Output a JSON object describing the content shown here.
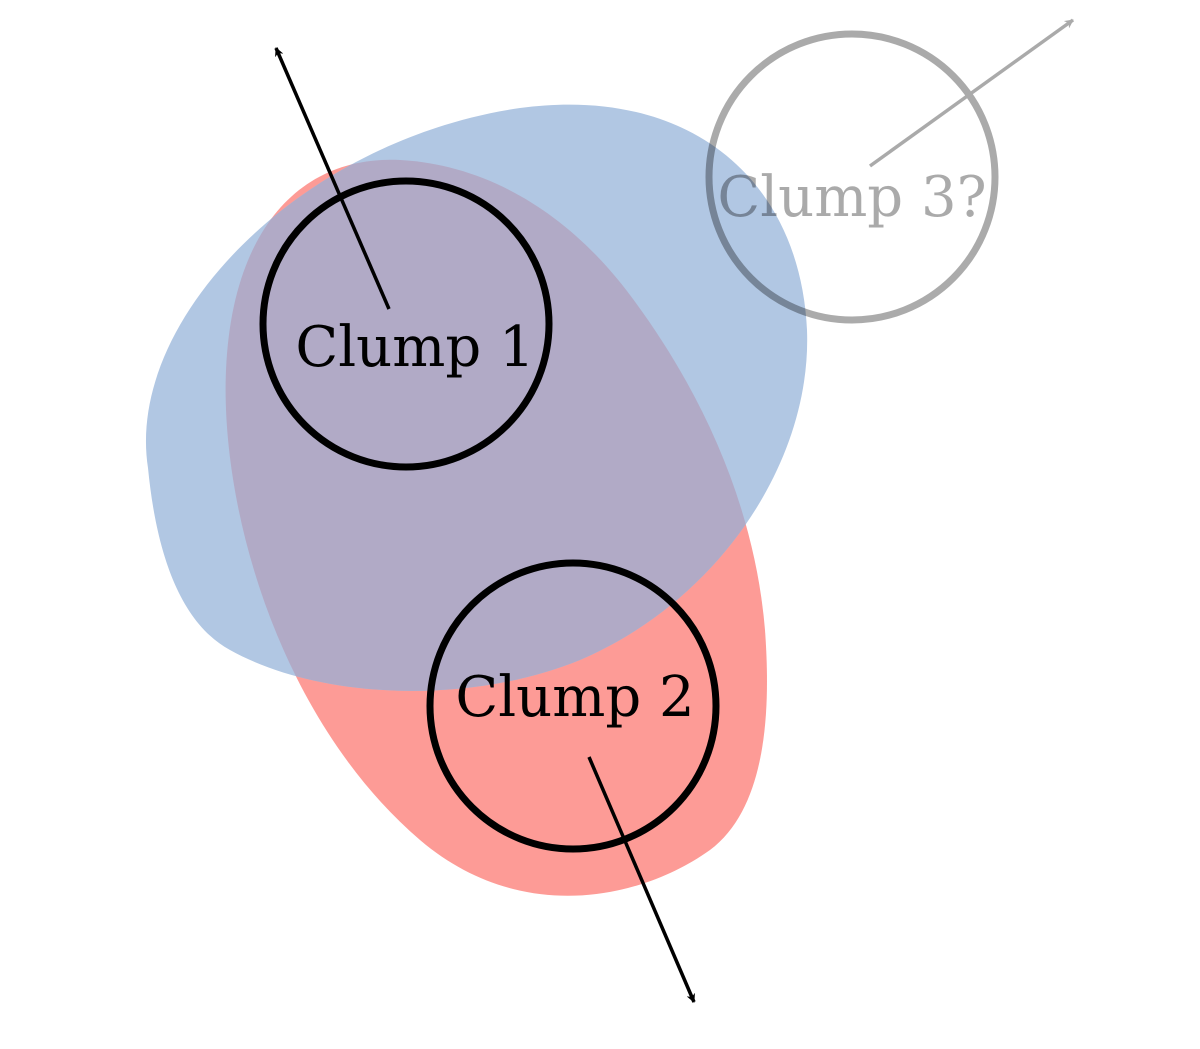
{
  "diagram": {
    "colors": {
      "background": "#ffffff",
      "blue_region": "#b1c7e3",
      "red_region": "#fd9b96",
      "overlap_region": "#b1aac6",
      "clump_stroke": "#000000",
      "tentative_stroke": "#aaaaaa"
    },
    "clumps": [
      {
        "id": "clump-1",
        "label": "Clump 1",
        "tentative": false,
        "arrow_direction": "up-left"
      },
      {
        "id": "clump-2",
        "label": "Clump 2",
        "tentative": false,
        "arrow_direction": "down-right"
      },
      {
        "id": "clump-3",
        "label": "Clump 3?",
        "tentative": true,
        "arrow_direction": "up-right"
      }
    ]
  }
}
